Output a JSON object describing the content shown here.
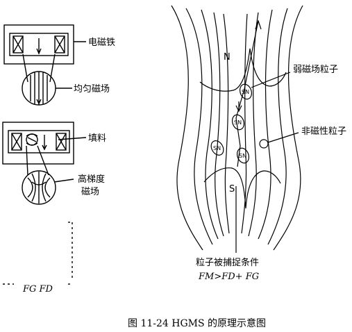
{
  "labels": {
    "electromagnet": "电磁铁",
    "uniform_field": "均匀磁场",
    "packing": "填料",
    "high_gradient_line1": "高梯度",
    "high_gradient_line2": "磁场",
    "weak_particle": "弱磁场粒子",
    "nonmagnetic_particle": "非磁性粒子",
    "capture_condition": "粒子被捕捉条件",
    "formula": "FM>FD+ FG",
    "bottom_left_forces": "FG  FD"
  },
  "poles": {
    "north": "N",
    "south": "S"
  },
  "particle_marks": {
    "top": "SN",
    "mid": "SN",
    "left": "SN",
    "right": "SN"
  },
  "caption": "图 11-24    HGMS 的原理示意图"
}
